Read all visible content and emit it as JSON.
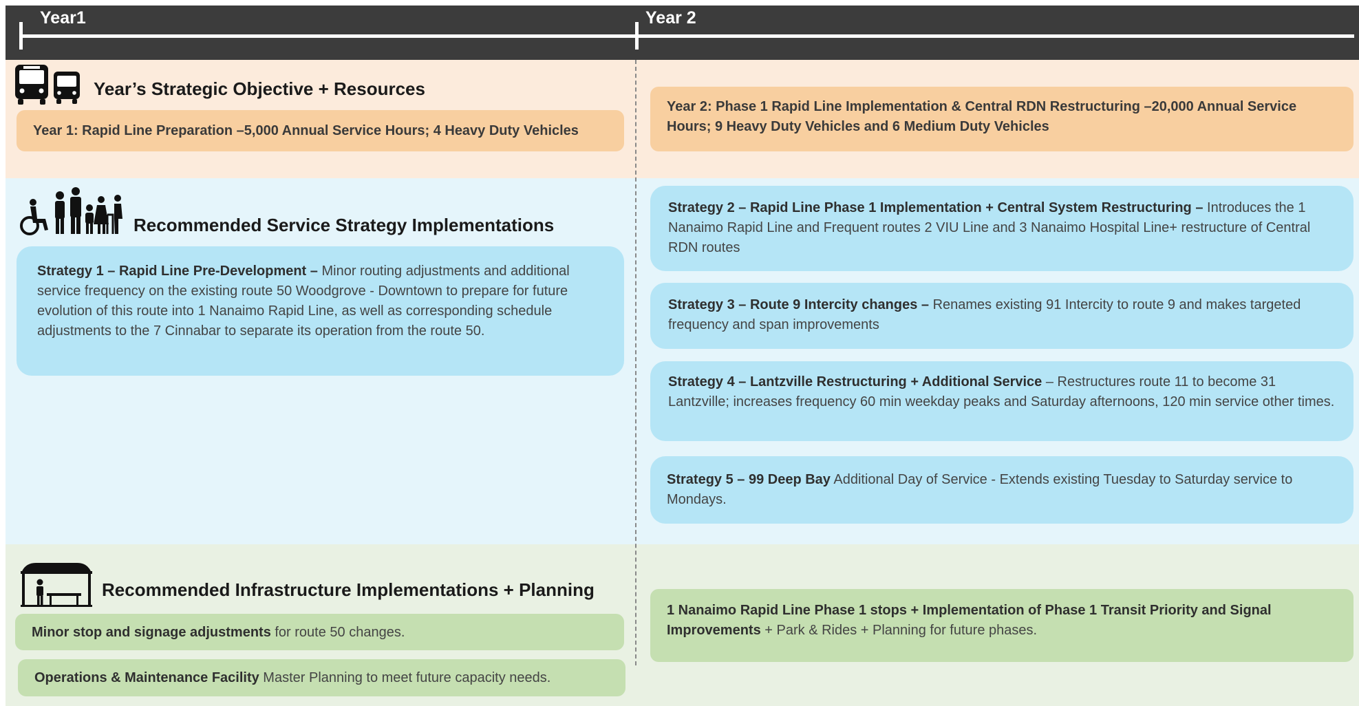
{
  "header": {
    "year1_label": "Year1",
    "year2_label": "Year 2"
  },
  "objective": {
    "title": "Year’s Strategic Objective + Resources",
    "icon": "bus-icon",
    "year1": "Year 1: Rapid Line Preparation –5,000 Annual Service Hours; 4 Heavy Duty Vehicles",
    "year2": "Year 2: Phase 1 Rapid Line Implementation & Central RDN Restructuring –20,000 Annual Service Hours; 9 Heavy Duty Vehicles and 6 Medium Duty Vehicles"
  },
  "strategies": {
    "title": "Recommended Service Strategy Implementations",
    "icon": "people-icon",
    "s1": {
      "bold": "Strategy 1 – Rapid Line Pre-Development –",
      "text": " Minor routing adjustments and additional service frequency on the existing route 50 Woodgrove - Downtown to prepare for future evolution of this route into 1 Nanaimo Rapid Line, as well as corresponding schedule adjustments to the 7 Cinnabar to separate its operation from the route 50."
    },
    "s2": {
      "bold": "Strategy 2 – Rapid Line Phase 1 Implementation + Central System Restructuring –",
      "text": " Introduces the 1 Nanaimo Rapid Line and Frequent routes 2 VIU Line and 3 Nanaimo Hospital Line+ restructure of Central RDN routes"
    },
    "s3": {
      "bold": "Strategy 3 – Route 9 Intercity changes –",
      "text": " Renames existing 91 Intercity to route 9 and makes targeted frequency and span improvements"
    },
    "s4": {
      "bold": "Strategy 4 – Lantzville Restructuring + Additional Service",
      "text": " – Restructures route 11 to become 31 Lantzville; increases frequency 60 min weekday peaks and Saturday afternoons, 120 min service other times."
    },
    "s5": {
      "bold": "Strategy 5 – 99 Deep Bay",
      "text": " Additional Day of Service - Extends existing Tuesday to Saturday service to Mondays."
    }
  },
  "infrastructure": {
    "title": "Recommended Infrastructure Implementations + Planning",
    "icon": "bus-shelter-icon",
    "i1": {
      "bold": "Minor stop and signage adjustments",
      "text": " for route 50 changes."
    },
    "i2": {
      "bold": "Operations & Maintenance Facility",
      "text": " Master Planning to meet future capacity needs."
    },
    "i3": {
      "bold": "1 Nanaimo Rapid Line Phase 1 stops + Implementation of Phase 1 Transit Priority and Signal Improvements",
      "text": " + Park & Rides + Planning for future phases."
    }
  },
  "colors": {
    "header": "#3c3c3c",
    "objective_band": "#fcebdc",
    "objective_box": "#f8cfa0",
    "strategy_band": "#e5f5fb",
    "strategy_box": "#b5e5f6",
    "infra_band": "#e9f1e3",
    "infra_box": "#c5dfb1"
  }
}
